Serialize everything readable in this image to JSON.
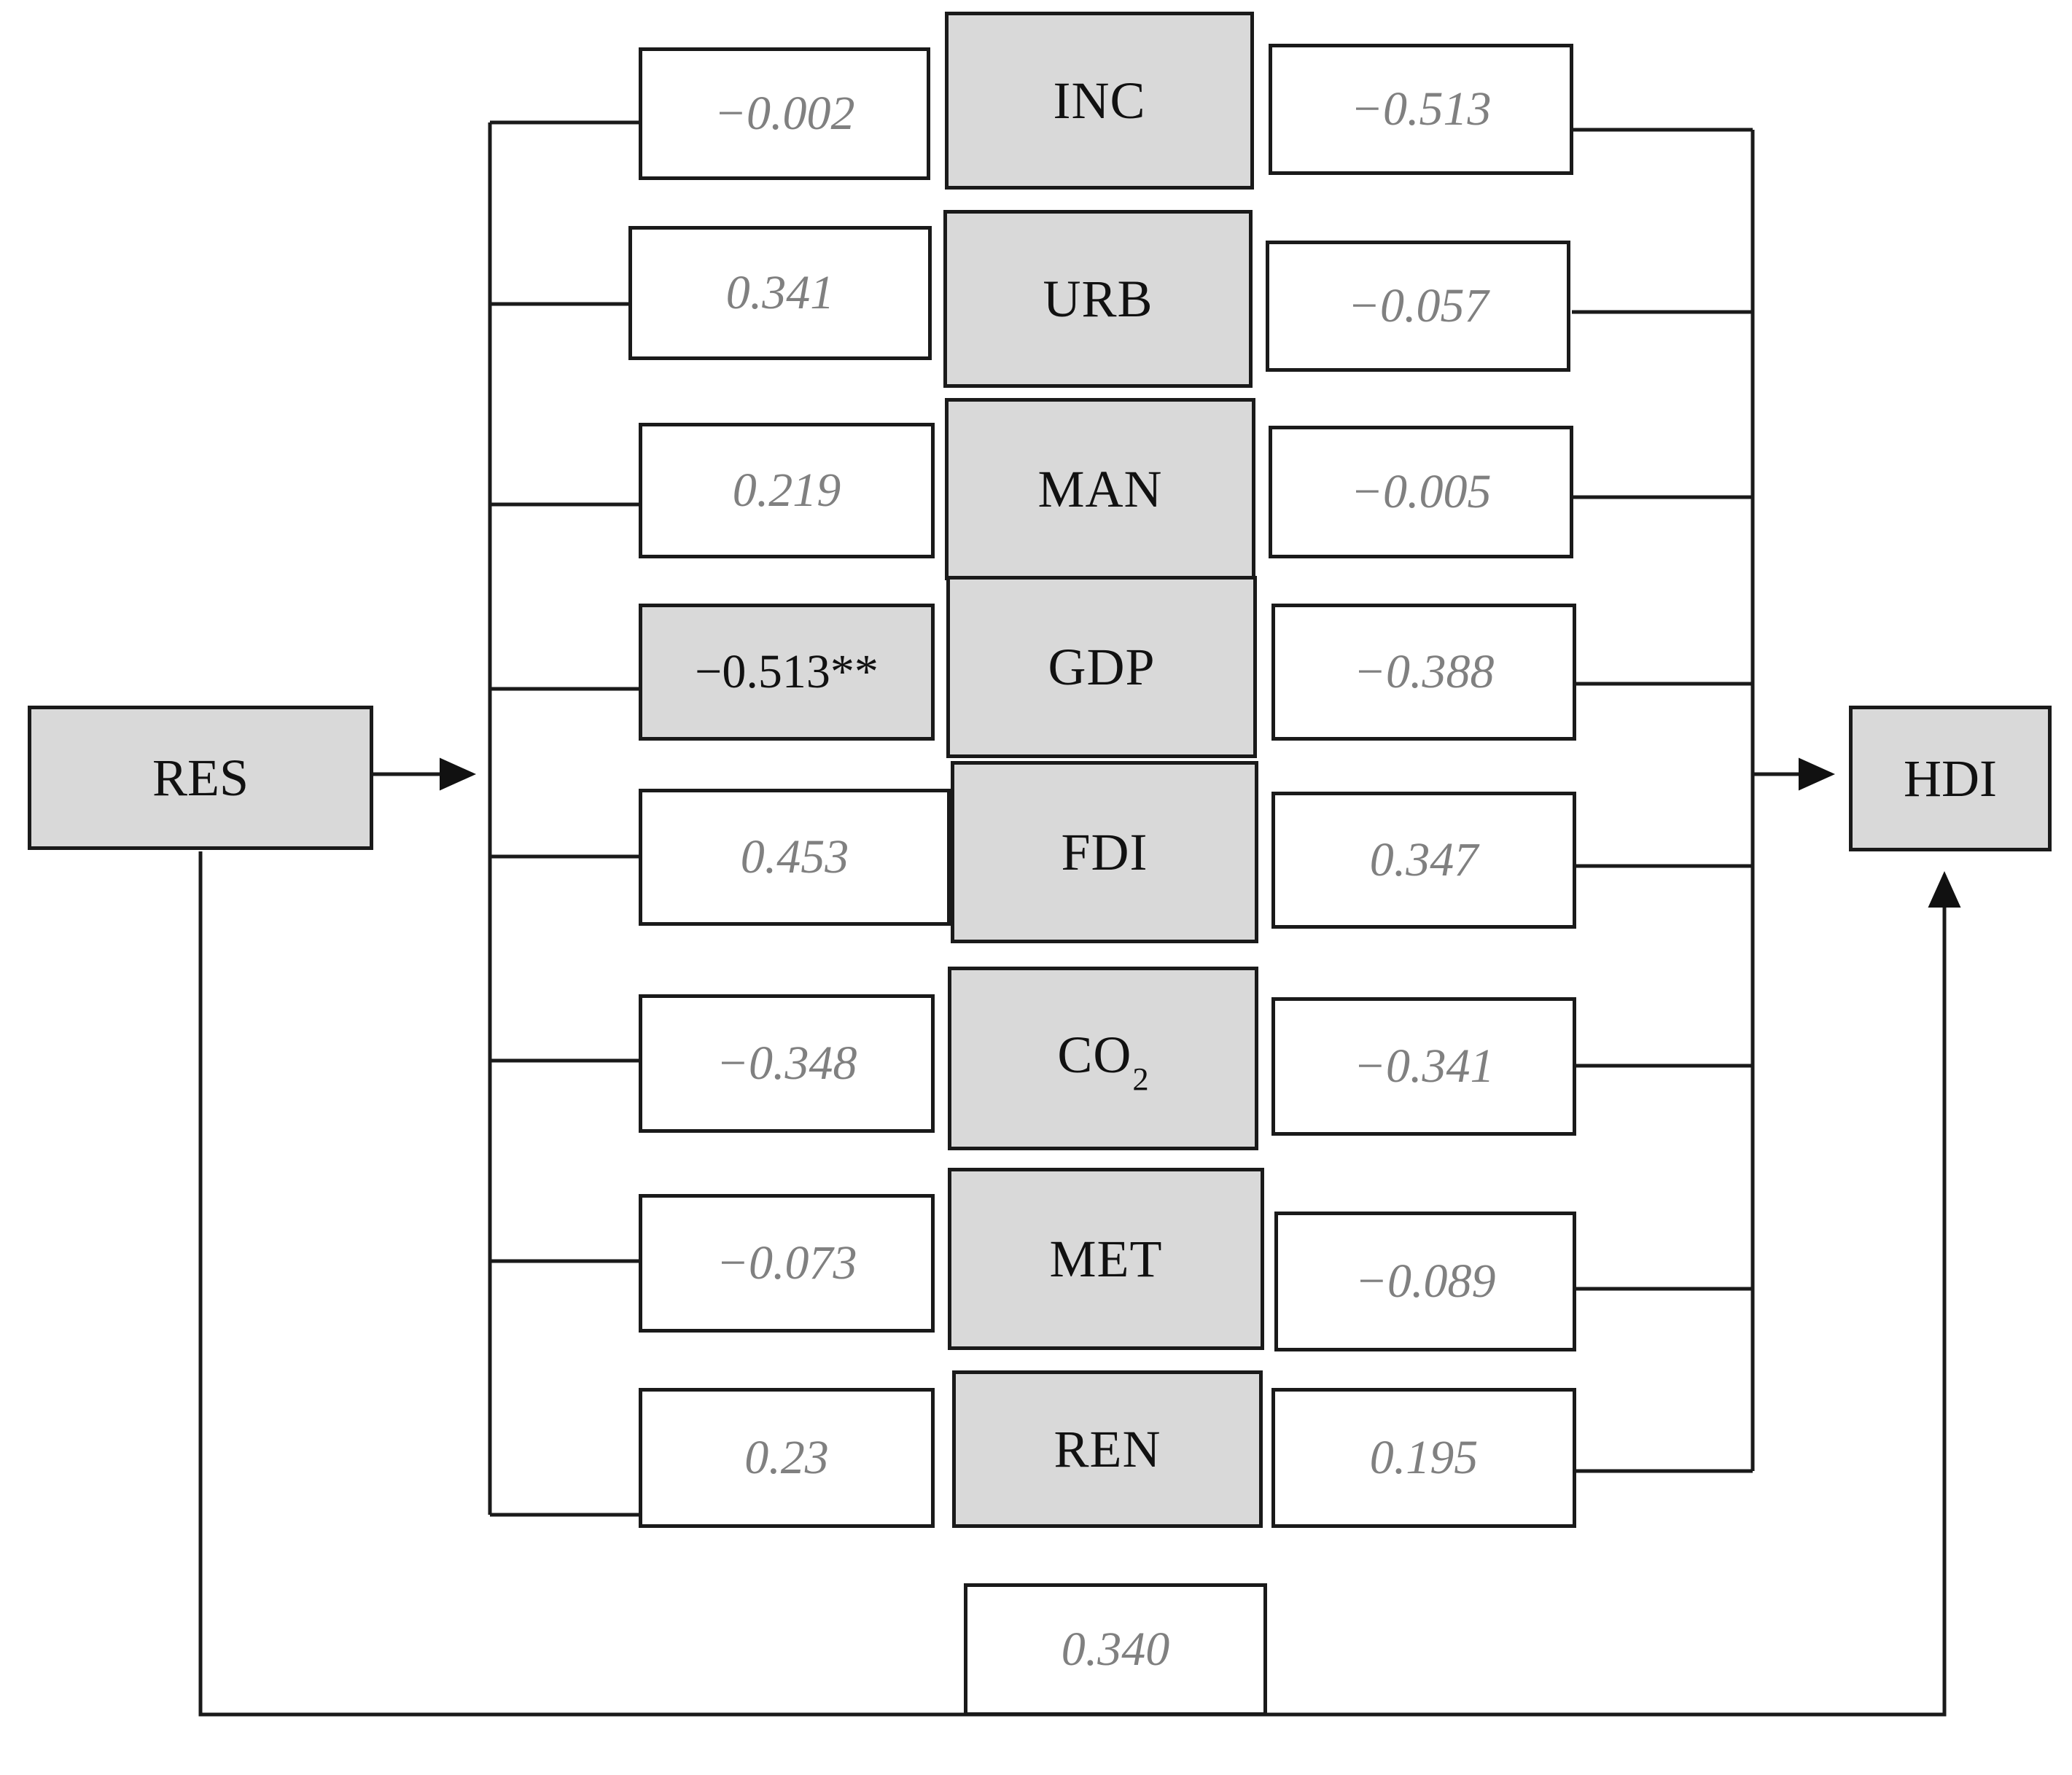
{
  "diagram": {
    "type": "mediation-path-diagram",
    "predictor": {
      "id": "RES",
      "label": "RES"
    },
    "outcome": {
      "id": "HDI",
      "label": "HDI"
    },
    "direct_effect": {
      "label": "0.340",
      "from": "RES",
      "to": "HDI"
    },
    "mediators": [
      {
        "id": "INC",
        "label": "INC",
        "a_path": "−0.002",
        "b_path": "−0.513",
        "a_shaded": false
      },
      {
        "id": "URB",
        "label": "URB",
        "a_path": "0.341",
        "b_path": "−0.057",
        "a_shaded": false
      },
      {
        "id": "MAN",
        "label": "MAN",
        "a_path": "0.219",
        "b_path": "−0.005",
        "a_shaded": false
      },
      {
        "id": "GDP",
        "label": "GDP",
        "a_path": "−0.513**",
        "b_path": "−0.388",
        "a_shaded": true
      },
      {
        "id": "FDI",
        "label": "FDI",
        "a_path": "0.453",
        "b_path": "0.347",
        "a_shaded": false
      },
      {
        "id": "CO2",
        "label": "CO",
        "label_sub": "2",
        "a_path": "−0.348",
        "b_path": "−0.341",
        "a_shaded": false
      },
      {
        "id": "MET",
        "label": "MET",
        "a_path": "−0.073",
        "b_path": "−0.089",
        "a_shaded": false
      },
      {
        "id": "REN",
        "label": "REN",
        "a_path": "0.23",
        "b_path": "0.195",
        "a_shaded": false
      }
    ],
    "colors": {
      "node_fill": "#d9d9d9",
      "box_fill": "#ffffff",
      "stroke": "#1a1a1a",
      "value_text": "#808080",
      "node_text": "#111111"
    }
  }
}
